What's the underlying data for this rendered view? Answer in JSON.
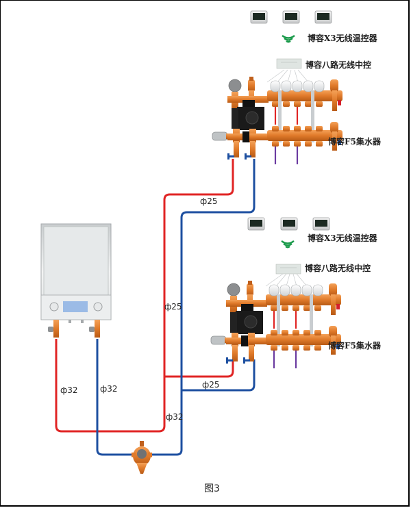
{
  "figure": {
    "caption": "图3",
    "colors": {
      "supply_pipe": "#e02424",
      "return_pipe": "#1d4fa0",
      "brass": "#e07a2a",
      "wifi": "#1a9a4a",
      "pump": "#1a1a1a"
    },
    "upper_system": {
      "thermostat_label": "博容X3无线温控器",
      "controller_label": "博容八路无线中控",
      "manifold_label": "博容F5集水器",
      "thermostat_count": 3
    },
    "lower_system": {
      "thermostat_label": "博容X3无线温控器",
      "controller_label": "博容八路无线中控",
      "manifold_label": "博容F5集水器",
      "thermostat_count": 3
    },
    "pipe_labels": {
      "upper_branch": "ф25",
      "main_riser": "ф25",
      "lower_branch": "ф25",
      "boiler_supply": "ф32",
      "boiler_return": "ф32",
      "trunk": "ф32"
    },
    "icons": {
      "thermostat": "thermostat-icon",
      "wireless": "wifi-signal-icon",
      "controller": "controller-box-icon",
      "boiler": "wall-boiler-icon",
      "separator": "dirt-separator-icon"
    }
  }
}
